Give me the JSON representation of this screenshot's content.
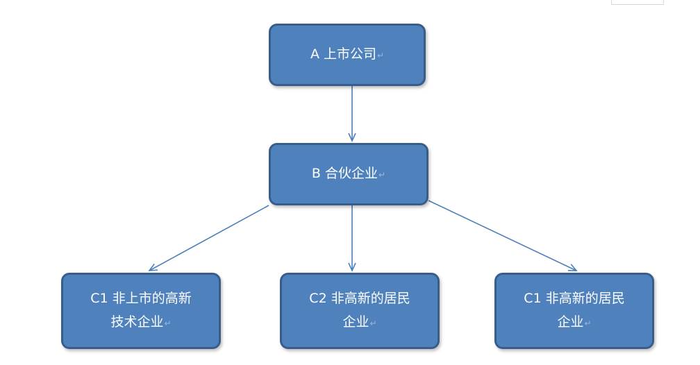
{
  "nodes": {
    "a": {
      "line1": "A 上市公司",
      "line2": ""
    },
    "b": {
      "line1": "B 合伙企业",
      "line2": ""
    },
    "c1": {
      "line1": "C1  非上市的高新",
      "line2": "技术企业"
    },
    "c2": {
      "line1": "C2  非高新的居民",
      "line2": "企业"
    },
    "c3": {
      "line1": "C1  非高新的居民",
      "line2": "企业"
    }
  },
  "paragraph_mark": "↵",
  "colors": {
    "node_fill": "#4f81bd",
    "node_border": "#385d8a",
    "arrow": "#4a7ebb",
    "text": "#ffffff"
  },
  "edges": [
    {
      "from": "a",
      "to": "b"
    },
    {
      "from": "b",
      "to": "c1"
    },
    {
      "from": "b",
      "to": "c2"
    },
    {
      "from": "b",
      "to": "c3"
    }
  ]
}
